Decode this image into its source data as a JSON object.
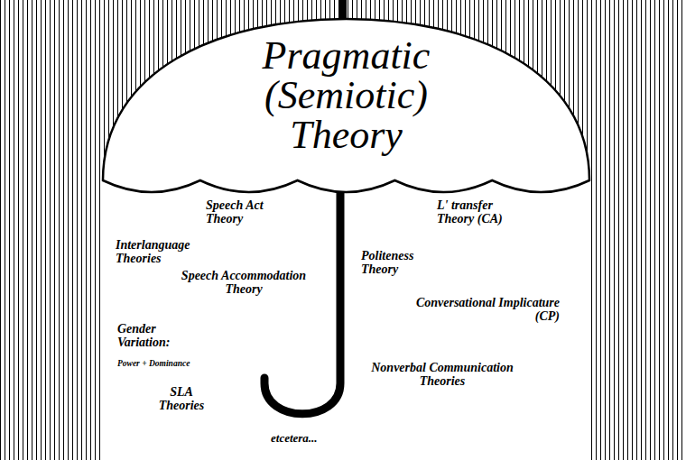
{
  "diagram": {
    "nodes": [
      {
        "text": [
          "Pragmatic (Semiotic) Theory"
        ]
      }
    ],
    "labels": [
      "Speech Act Theory",
      "Interlanguage Theories",
      "Speech Accommodation Theory",
      "Gender Variation:",
      "Power + Dominance",
      "SLA Theories",
      "L' transfer Theory (CA)",
      "Politeness Theory",
      "Conversational Implicature (CP)",
      "Nonverbal Communication Theories",
      "etcetera..."
    ]
  }
}
